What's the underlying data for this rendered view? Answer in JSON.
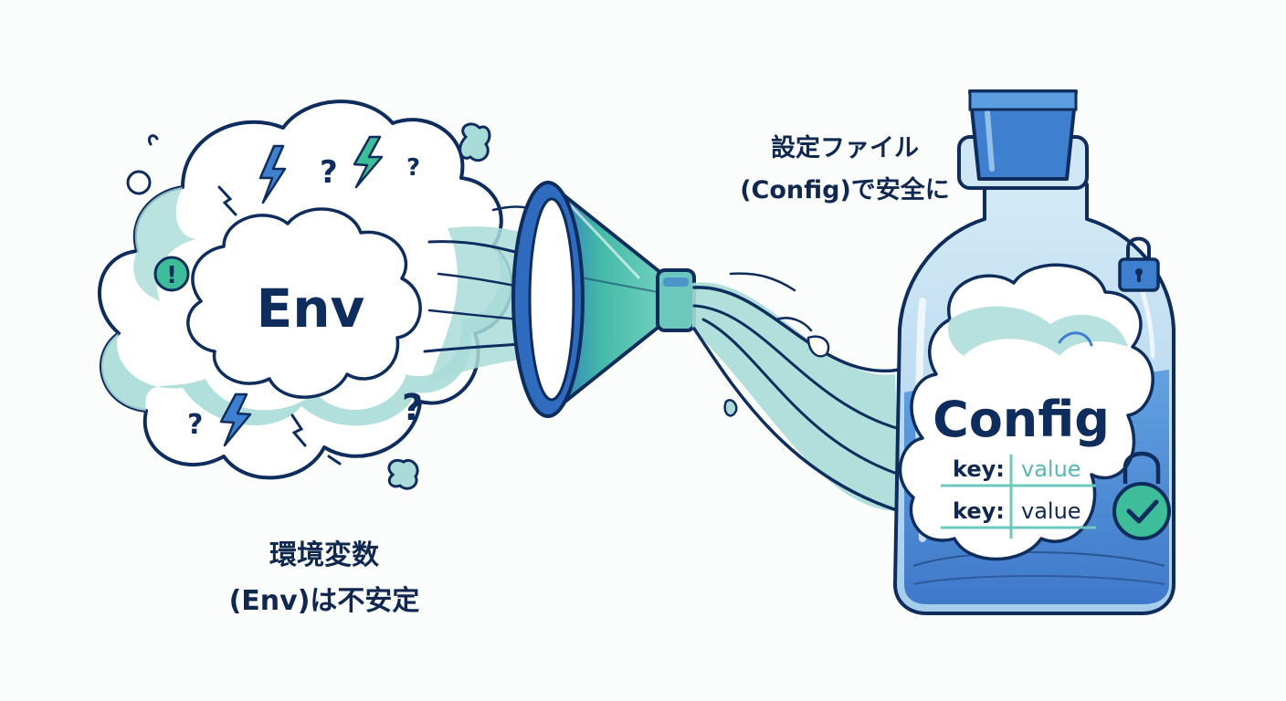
{
  "labels": {
    "env_cloud": "Env",
    "config_cloud": "Config",
    "kv_rows": [
      {
        "key": "key:",
        "value": "value"
      },
      {
        "key": "key:",
        "value": "value"
      }
    ],
    "caption_right": [
      "設定ファイル",
      "(Config)で安全に"
    ],
    "caption_left": [
      "環境変数",
      "(Env)は不安定"
    ],
    "alert_mark": "!",
    "question_mark": "?"
  },
  "colors": {
    "outline": "#0f2d5c",
    "teal": "#a9dcd8",
    "teal_dark": "#6cc7bd",
    "blue": "#3f7fd0",
    "blue_light": "#a9d1ee",
    "green": "#3dbd9a",
    "key_text": "#10284f",
    "value_text": "#5ab6b2"
  },
  "icons": [
    "lightning-icon",
    "question-icon",
    "alert-icon",
    "funnel-icon",
    "bottle-icon",
    "padlock-icon",
    "checkmark-icon"
  ]
}
